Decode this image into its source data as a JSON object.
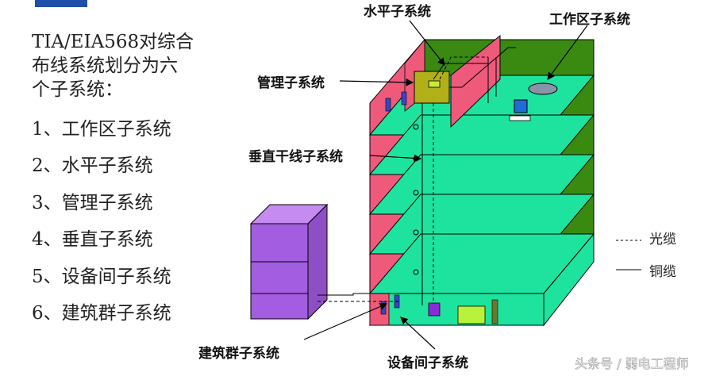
{
  "intro_lines": [
    "TIA/EIA568对综合",
    "布线系统划分为六",
    "个子系统："
  ],
  "subsystems": [
    "1、工作区子系统",
    "2、水平子系统",
    "3、管理子系统",
    "4、垂直子系统",
    "5、设备间子系统",
    "6、建筑群子系统"
  ],
  "labels": {
    "horizontal": "水平子系统",
    "work_area": "工作区子系统",
    "management": "管理子系统",
    "backbone": "垂直干线子系统",
    "campus": "建筑群子系统",
    "equipment_room": "设备间子系统"
  },
  "legend": {
    "fiber": "光缆",
    "copper": "铜缆"
  },
  "watermark": "头条号 / 弱电工程师",
  "colors": {
    "floor": "#1ee39e",
    "back_wall": "#3a8a12",
    "side_wall": "#ef5a7b",
    "partition": "#ef5a7b",
    "campus_building": "#a35de0",
    "management_box": "#b2b019",
    "accent": "#1f4fa8"
  }
}
